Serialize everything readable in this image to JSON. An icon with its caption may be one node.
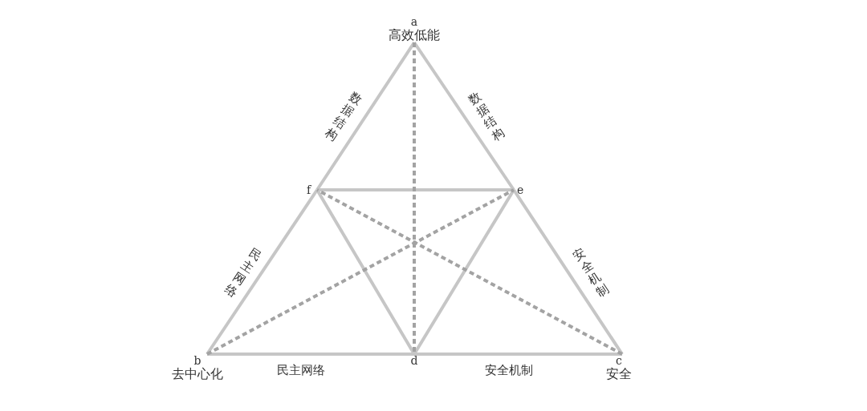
{
  "diagram": {
    "nodes": [
      {
        "text": [
          "a",
          "高效低能"
        ]
      },
      {
        "text": [
          "f"
        ]
      },
      {
        "text": [
          "e"
        ]
      },
      {
        "text": [
          "b",
          "去中心化"
        ]
      },
      {
        "text": [
          "d"
        ]
      },
      {
        "text": [
          "c",
          "安全"
        ]
      }
    ],
    "edges": [
      {
        "from": 0,
        "to": 1,
        "arrow": "none",
        "label": "数据结构"
      },
      {
        "from": 0,
        "to": 2,
        "arrow": "none",
        "label": "数据结构"
      },
      {
        "from": 1,
        "to": 3,
        "arrow": "none",
        "label": "民主网络"
      },
      {
        "from": 2,
        "to": 5,
        "arrow": "none",
        "label": "安全机制"
      },
      {
        "from": 3,
        "to": 4,
        "arrow": "none",
        "label": "民主网络"
      },
      {
        "from": 4,
        "to": 5,
        "arrow": "none",
        "label": "安全机制"
      },
      {
        "from": 1,
        "to": 2,
        "arrow": "none"
      },
      {
        "from": 1,
        "to": 4,
        "arrow": "none"
      },
      {
        "from": 2,
        "to": 4,
        "arrow": "none"
      },
      {
        "from": 0,
        "to": 4,
        "arrow": "none",
        "style": "dashed"
      },
      {
        "from": 3,
        "to": 2,
        "arrow": "none",
        "style": "dashed"
      },
      {
        "from": 5,
        "to": 1,
        "arrow": "none",
        "style": "dashed"
      }
    ]
  }
}
